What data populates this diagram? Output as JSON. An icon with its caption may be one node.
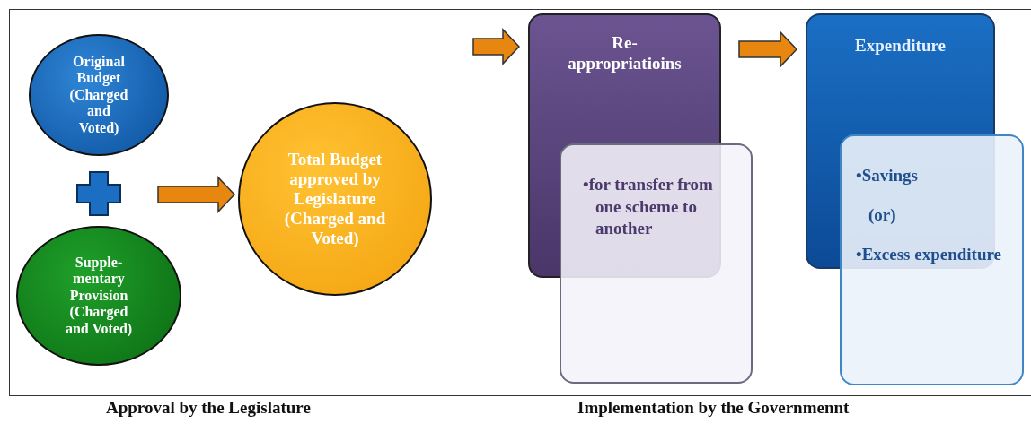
{
  "diagram": {
    "nodes": [
      {
        "text": [
          "Original Budget (Charged and Voted)"
        ]
      },
      {
        "text": [
          "Supple-mentary Provision (Charged and Voted)"
        ]
      },
      {
        "text": [
          "Total Budget approved by Legislature (Charged and Voted)"
        ]
      },
      {
        "text": [
          "Re-appropriatioins"
        ]
      },
      {
        "text": [
          "•for transfer from one scheme to another"
        ]
      },
      {
        "text": [
          "Expenditure"
        ]
      },
      {
        "text": [
          "•Savings",
          "(or)",
          "•Excess expenditure"
        ]
      }
    ],
    "edges": [
      {
        "from": null,
        "to": 2,
        "arrow": "to"
      },
      {
        "from": null,
        "to": 3,
        "arrow": "to"
      },
      {
        "from": 3,
        "to": 5,
        "arrow": "to"
      }
    ],
    "labels": [
      "Approval by the Legislature",
      "Implementation by the Governmennt"
    ]
  }
}
